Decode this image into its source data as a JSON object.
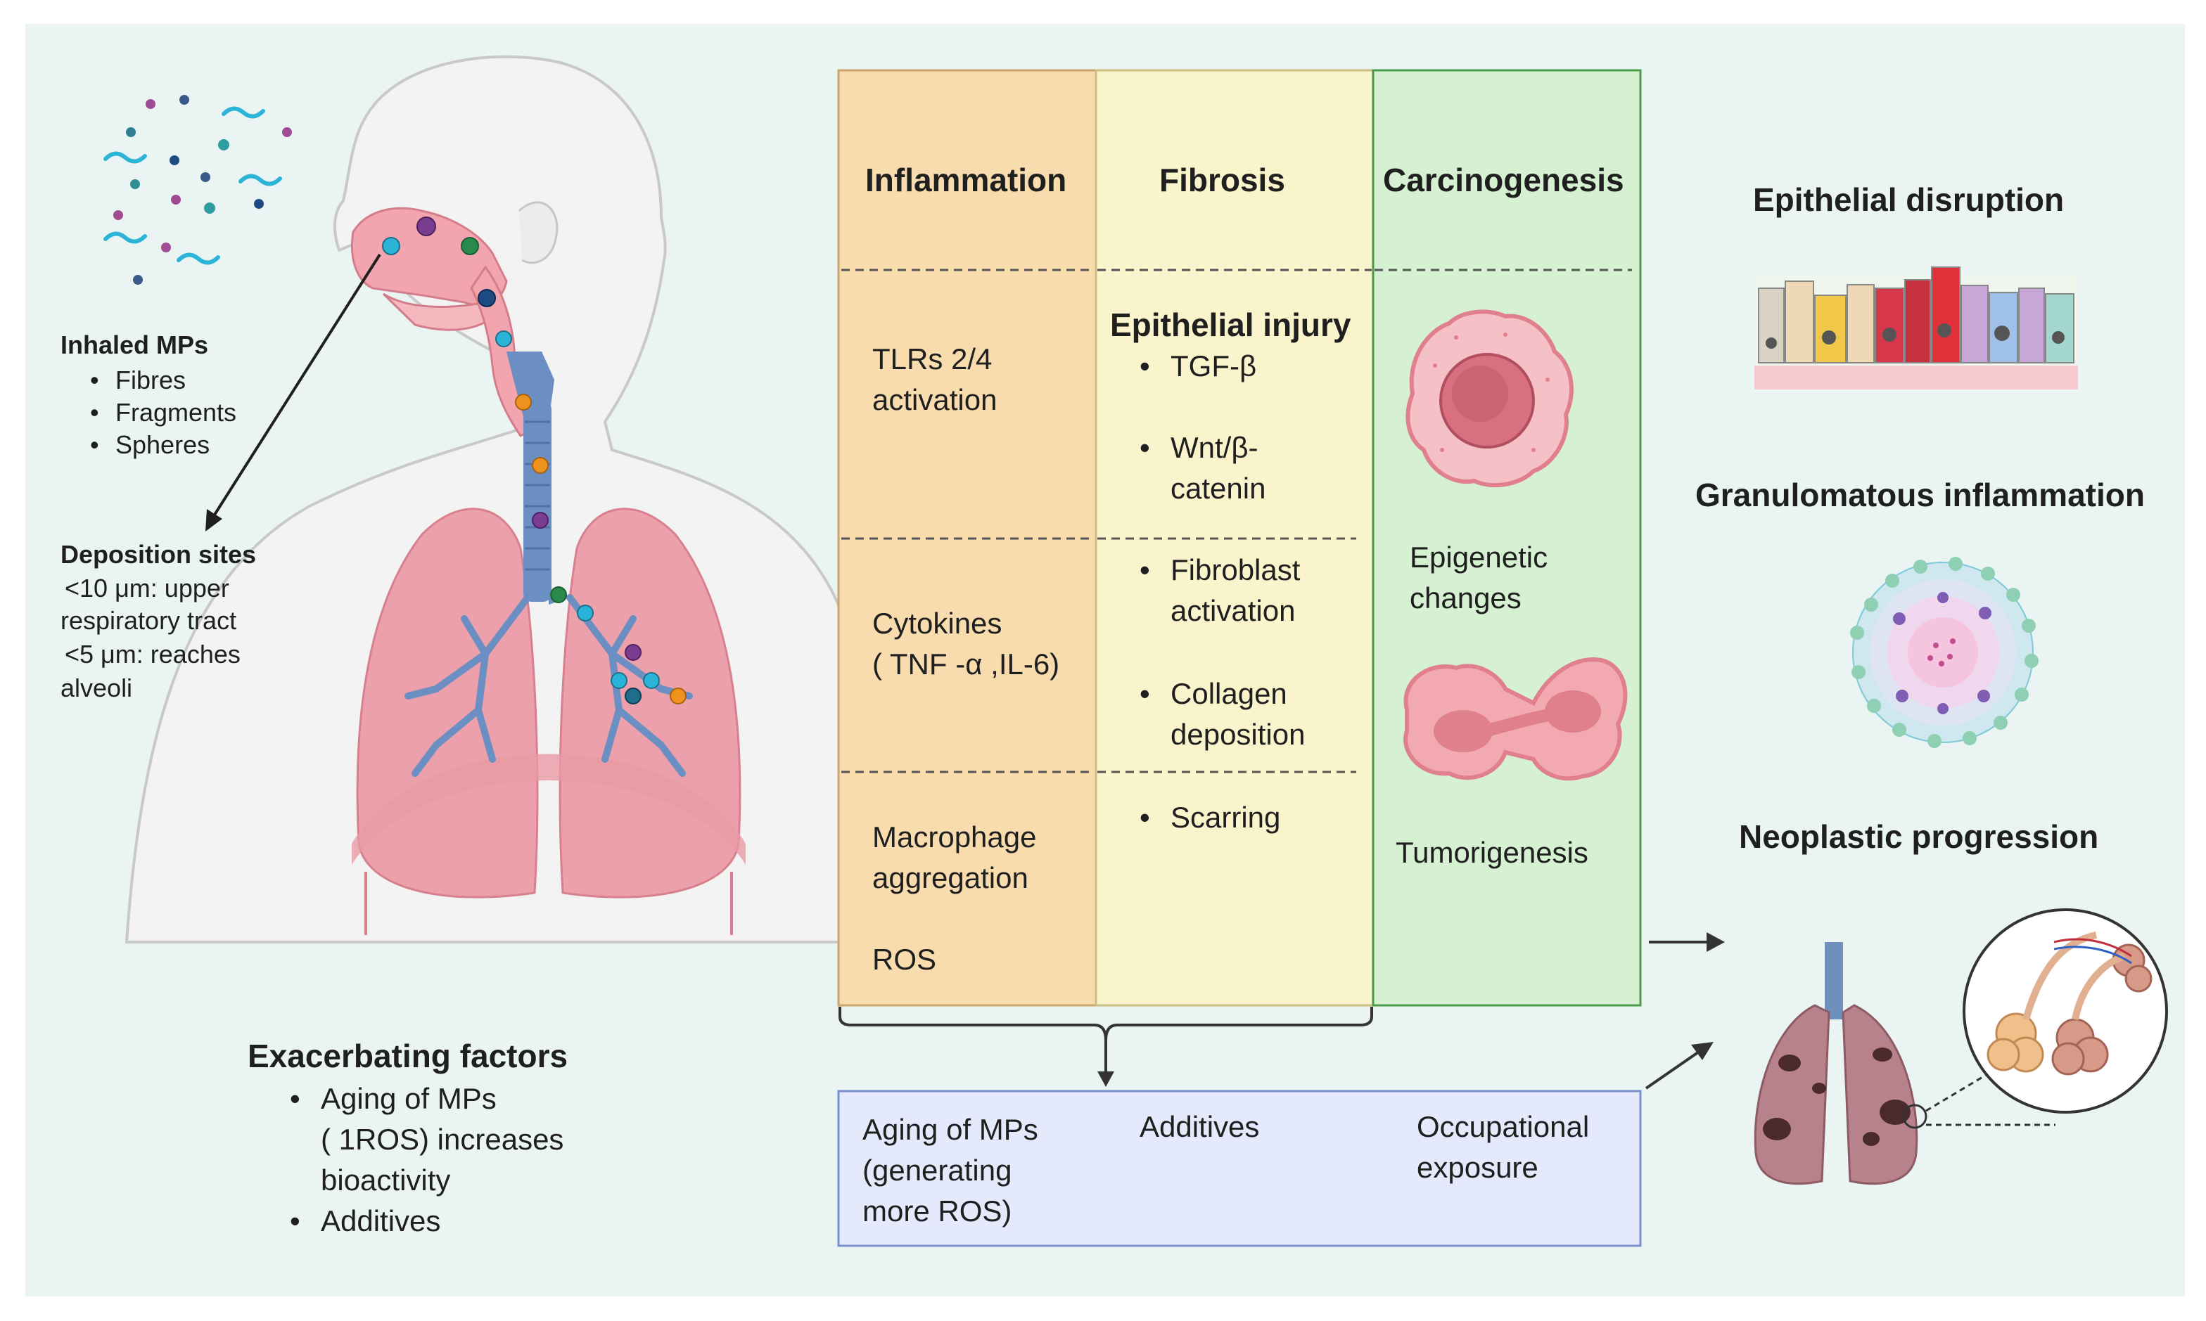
{
  "left_panel": {
    "inhaled": {
      "title": "Inhaled MPs",
      "items": [
        "Fibres",
        "Fragments",
        "Spheres"
      ]
    },
    "deposition": {
      "title": "Deposition sites",
      "lines": [
        "<10 μm: upper",
        "respiratory tract",
        "<5 μm: reaches",
        "alveoli"
      ]
    },
    "exacerbating": {
      "title": "Exacerbating factors",
      "item1_lines": [
        "Aging of MPs",
        "( 1ROS) increases",
        "bioactivity"
      ],
      "item2": "Additives"
    }
  },
  "table": {
    "inflammation": {
      "header": "Inflammation",
      "cell1_lines": [
        "TLRs 2/4",
        "activation"
      ],
      "cell2_lines": [
        "Cytokines",
        "( TNF -α ,IL-6)"
      ],
      "cell3_lines": [
        "Macrophage",
        "aggregation"
      ],
      "cell3_extra": "ROS"
    },
    "fibrosis": {
      "header": "Fibrosis",
      "subheader": "Epithelial injury",
      "item_tgf": "TGF-β",
      "item_wnt_lines": [
        "Wnt/β-",
        "catenin"
      ],
      "item_fib_lines": [
        "Fibroblast",
        "activation"
      ],
      "item_col_lines": [
        "Collagen",
        "deposition"
      ],
      "item_scar": "Scarring"
    },
    "carcinogenesis": {
      "header": "Carcinogenesis",
      "epi_lines": [
        "Epigenetic",
        "changes"
      ],
      "tumor": "Tumorigenesis"
    }
  },
  "bottom_box": {
    "aging_lines": [
      "Aging of MPs",
      "(generating",
      "more ROS)"
    ],
    "additives": "Additives",
    "occupational_lines": [
      "Occupational",
      "exposure"
    ]
  },
  "right_panel": {
    "epithelial": "Epithelial disruption",
    "granulomatous": "Granulomatous inflammation",
    "neoplastic": "Neoplastic progression"
  },
  "colors": {
    "background": "#eaf5f3",
    "inflammation_col": "#f8dcae",
    "fibrosis_col": "#faf4cc",
    "carcinogenesis_col": "#d6f1d2",
    "bottom_box": "#e4e9fb",
    "lung_pink": "#eba0ab",
    "trachea_blue": "#6b8fc2"
  }
}
